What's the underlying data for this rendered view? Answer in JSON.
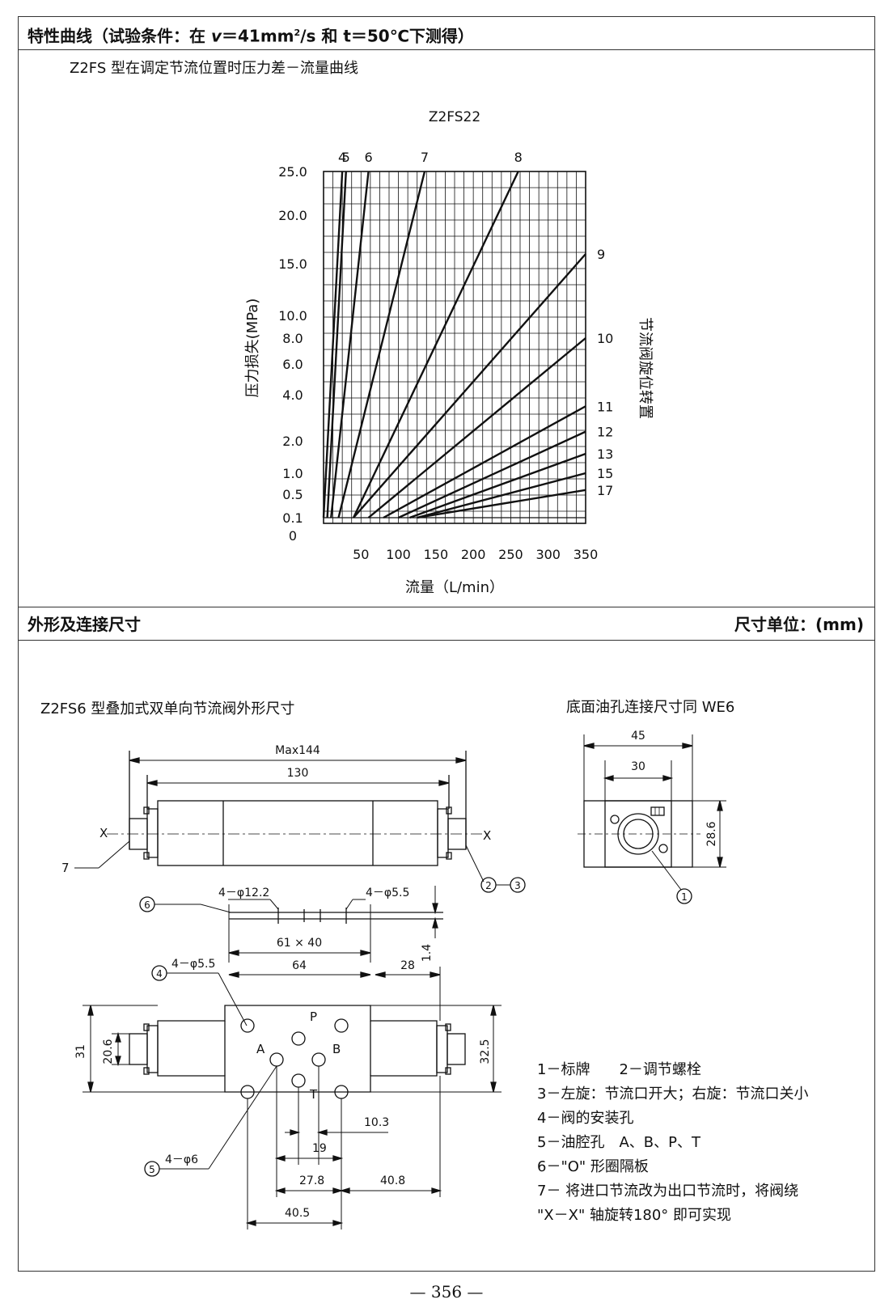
{
  "header1": {
    "title_main": "特性曲线（试验条件：在 ",
    "v_symbol": "v",
    "title_mid": "＝41mm",
    "title_sup": "2",
    "title_end": "/s 和 t＝50℃下测得）"
  },
  "chart_section": {
    "subtitle": "Z2FS 型在调定节流位置时压力差－流量曲线",
    "model": "Z2FS22"
  },
  "chart_data": {
    "type": "line",
    "title": "Z2FS22",
    "xlabel": "流量（L/min）",
    "ylabel": "压力损失(MPa)",
    "y2label": "节流阀旋位转置",
    "x_ticks": [
      "50",
      "100",
      "150",
      "200",
      "250",
      "300",
      "350"
    ],
    "x_tick_values": [
      50,
      100,
      150,
      200,
      250,
      300,
      350
    ],
    "y_ticks": [
      "25.0",
      "20.0",
      "15.0",
      "10.0",
      "8.0",
      "6.0",
      "4.0",
      "2.0",
      "1.0",
      "0.5",
      "0.1",
      "0"
    ],
    "xlim": [
      0,
      350
    ],
    "grid": true,
    "series": [
      {
        "name": "4",
        "x": [
          0,
          25
        ],
        "y": [
          0.1,
          25.0
        ]
      },
      {
        "name": "5",
        "x": [
          5,
          30
        ],
        "y": [
          0.1,
          25.0
        ]
      },
      {
        "name": "6",
        "x": [
          10,
          60
        ],
        "y": [
          0.1,
          25.0
        ]
      },
      {
        "name": "7",
        "x": [
          20,
          135
        ],
        "y": [
          0.1,
          25.0
        ]
      },
      {
        "name": "8",
        "x": [
          40,
          260
        ],
        "y": [
          0.1,
          25.0
        ]
      },
      {
        "name": "9",
        "x": [
          40,
          350
        ],
        "y": [
          0.1,
          16.0
        ]
      },
      {
        "name": "10",
        "x": [
          60,
          350
        ],
        "y": [
          0.1,
          8.0
        ]
      },
      {
        "name": "11",
        "x": [
          80,
          350
        ],
        "y": [
          0.1,
          3.5
        ]
      },
      {
        "name": "12",
        "x": [
          100,
          350
        ],
        "y": [
          0.1,
          2.4
        ]
      },
      {
        "name": "13",
        "x": [
          115,
          350
        ],
        "y": [
          0.1,
          1.6
        ]
      },
      {
        "name": "15",
        "x": [
          125,
          350
        ],
        "y": [
          0.1,
          1.0
        ]
      },
      {
        "name": "17",
        "x": [
          125,
          350
        ],
        "y": [
          0.1,
          0.6
        ]
      }
    ]
  },
  "header2": {
    "title": "外形及连接尺寸",
    "unit": "尺寸单位：(mm)"
  },
  "drawing": {
    "title_left": "Z2FS6 型叠加式双单向节流阀外形尺寸",
    "title_right": "底面油孔连接尺寸同 WE6",
    "dims": {
      "max144": "Max144",
      "d130": "130",
      "d64": "64",
      "d28": "28",
      "d61x40": "61 × 40",
      "d14": "1.4",
      "d31": "31",
      "d206": "20.6",
      "d325": "32.5",
      "d103": "10.3",
      "d19": "19",
      "d278": "27.8",
      "d408": "40.8",
      "d405": "40.5",
      "d45": "45",
      "d30": "30",
      "d286": "28.6"
    },
    "holes": {
      "h122": "4－φ12.2",
      "h55a": "4－φ5.5",
      "h55b": "4－φ5.5",
      "h6": "4－φ6"
    },
    "ports": {
      "p": "P",
      "a": "A",
      "b": "B",
      "t": "T"
    },
    "axis_x": "X",
    "callouts": {
      "c1": "1",
      "c23": "②－③",
      "c4": "4",
      "c5": "5",
      "c6": "6",
      "c7": "7"
    }
  },
  "legend": [
    "1－标牌　　2－调节螺栓",
    "3－左旋：节流口开大；右旋：节流口关小",
    "4－阀的安装孔",
    "5－油腔孔　A、B、P、T",
    "6－\"O\" 形圈隔板",
    "7－ 将进口节流改为出口节流时，将阀绕",
    "\"X－X\" 轴旋转180° 即可实现"
  ],
  "page_number": "— 356 —"
}
